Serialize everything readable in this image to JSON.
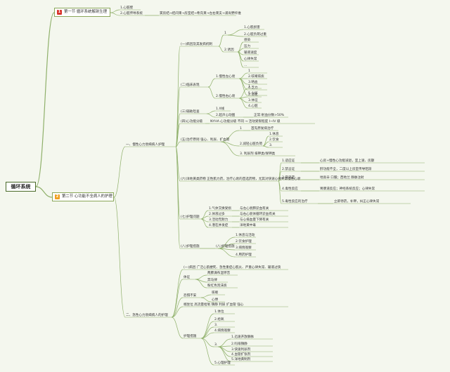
{
  "root": {
    "label": "循环系统"
  },
  "sections": [
    {
      "badge": "1",
      "label": "第一节 循环系统解剖生理",
      "badge_color": "#d8342c"
    },
    {
      "badge": "2",
      "label": "第二节 心功能不全病人的护理",
      "badge_color": "#f0a020"
    }
  ],
  "s1_items": [
    "1.心脏壁",
    "2.心脏传导系统",
    "窦房结→结间束→房室结→希氏束→左右束支→浦肯野纤维"
  ],
  "branches": {
    "n1": "一、慢性心力衰竭病人护理",
    "n2": "二、急性心力衰竭病人的护理"
  },
  "chronic": {
    "cause": "(一)病因及其发病机制",
    "cause_sub": [
      "1",
      "2.诱因"
    ],
    "cause_a": [
      "1.心肌损害",
      "2.心脏负荷过重"
    ],
    "cause_b": [
      "感染",
      "压力",
      "输液速度",
      "心律失常",
      "..."
    ],
    "clinical": "(二)临床表现",
    "clin_groups": [
      "1.慢性左心衰",
      "2.慢性右心衰"
    ],
    "clin_left": [
      "1",
      "2.咳嗽咳痰",
      "3.咯血",
      "4.乏力",
      "5.少尿"
    ],
    "clin_right": [
      "1",
      "2.消化",
      "3.体征",
      "4.心脏"
    ],
    "exam": "(三)辅助检查",
    "exam_items": [
      "1.X线",
      "2.超声心动图",
      "正常:射血分数>50%"
    ],
    "grade": "(四)心功能分级",
    "grade_text": "NYHA 心功能分级 不同 → 活动受限程度 I~IV 级",
    "treat": "(五)治疗原则 强心、利尿、扩血管",
    "treat_items": [
      "1",
      "2.减轻心脏负荷",
      "3. 利尿剂 排钾类/保钾类"
    ],
    "treat_sub": [
      "首先原发病治疗",
      "1.休息",
      "2.饮食",
      "3."
    ],
    "drug": "(六)洋地黄类药物 正性肌力药，治疗心衰的首选药物，尤其对快速心律失常慢性心衰",
    "drug_items": [
      "1.适应证",
      "2.禁忌证",
      "3.常见药",
      "4.毒性反应",
      "5.毒性反应的治疗"
    ],
    "drug_notes": [
      "心房+慢性心功能减退，室上速、房颤",
      "肝功能不全，二度以上房室传导阻滞",
      "地高辛 口服；西地兰 静脉注射",
      "胃肠道反应；神经系统反应；心律失常",
      "立即停药，补钾，纠正心律失常"
    ],
    "care": "(七)护理问题",
    "care_items": [
      "1.气体交换受损",
      "2.体液过多",
      "3.活动无耐力",
      "4.潜在并发症"
    ],
    "care_notes": [
      "与左心衰肺淤血有关",
      "与右心衰体循环淤血有关",
      "与心排血量下降有关",
      "洋地黄中毒"
    ],
    "measure": "(八)护理措施",
    "measure_items": [
      "1.休息与活动",
      "2.饮食护理",
      "3.病情观察",
      "4.用药护理"
    ]
  },
  "acute": {
    "intro": "(一)病因 广泛心肌梗死、急性重症心肌炎、严重心律失常、输液过快",
    "signs": "体征",
    "sign_items": [
      "两肺满布湿啰音",
      "奔马律",
      "粉红色泡沫痰"
    ],
    "fear": "恐惧不安",
    "fear_items": [
      "咳嗽",
      "心悸"
    ],
    "treat_line": "端坐位 高流量给氧 镇静 利尿 扩血管 强心",
    "care": "护理措施",
    "care_items": [
      "1.体位",
      "2.给氧",
      "3.",
      "4.病情观察",
      "5.心理护理"
    ],
    "care_notes": [
      "1.迅速开放静脉",
      "2.吗啡镇静",
      "3.快速利尿剂",
      "4.血管扩张剂",
      "5.洋地黄制剂"
    ]
  }
}
